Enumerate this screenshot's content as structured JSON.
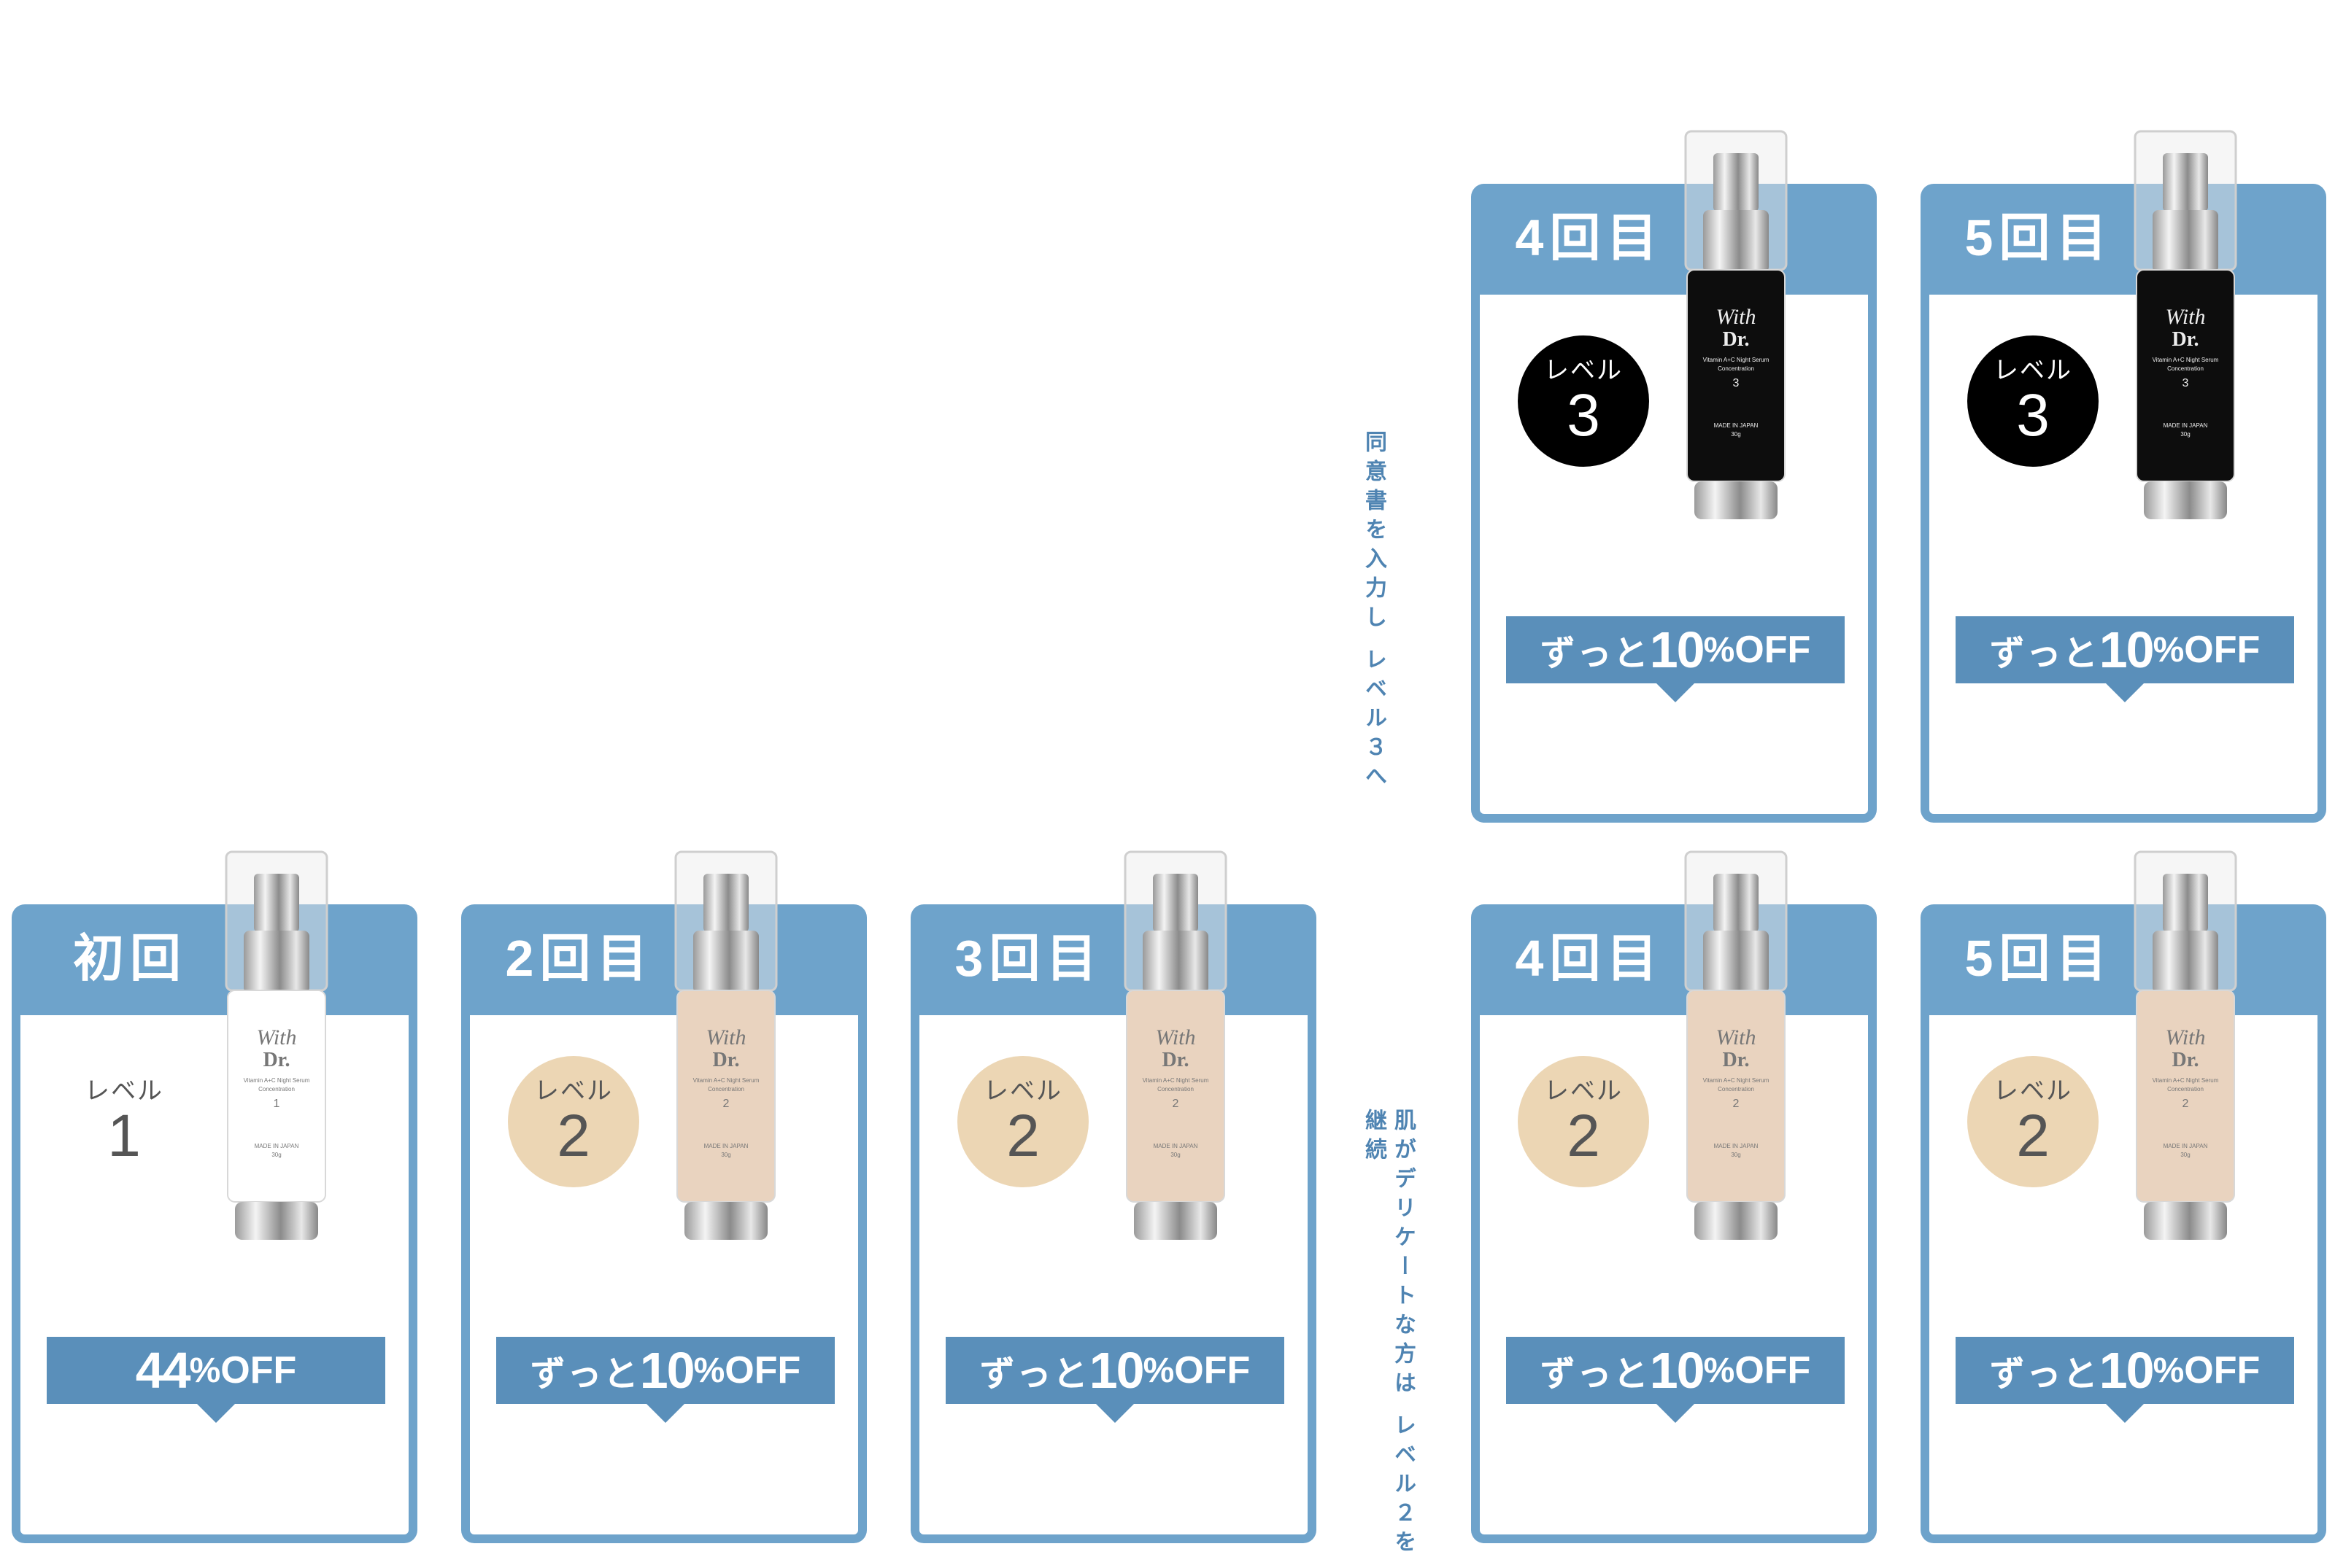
{
  "cards": [
    {
      "title": "初回",
      "level_label": "レベル",
      "level_num": "1",
      "bottle": "white",
      "offer_pre": "",
      "offer_num": "44",
      "offer_pct": "%",
      "offer_off": "OFF",
      "bottle_num": "1"
    },
    {
      "title": "2回目",
      "level_label": "レベル",
      "level_num": "2",
      "bottle": "beige",
      "offer_pre": "ずっと",
      "offer_num": "10",
      "offer_pct": "%",
      "offer_off": "OFF",
      "bottle_num": "2"
    },
    {
      "title": "3回目",
      "level_label": "レベル",
      "level_num": "2",
      "bottle": "beige",
      "offer_pre": "ずっと",
      "offer_num": "10",
      "offer_pct": "%",
      "offer_off": "OFF",
      "bottle_num": "2"
    },
    {
      "title": "4回目",
      "level_label": "レベル",
      "level_num": "3",
      "bottle": "black",
      "offer_pre": "ずっと",
      "offer_num": "10",
      "offer_pct": "%",
      "offer_off": "OFF",
      "bottle_num": "3"
    },
    {
      "title": "5回目",
      "level_label": "レベル",
      "level_num": "3",
      "bottle": "black",
      "offer_pre": "ずっと",
      "offer_num": "10",
      "offer_pct": "%",
      "offer_off": "OFF",
      "bottle_num": "3"
    },
    {
      "title": "4回目",
      "level_label": "レベル",
      "level_num": "2",
      "bottle": "beige",
      "offer_pre": "ずっと",
      "offer_num": "10",
      "offer_pct": "%",
      "offer_off": "OFF",
      "bottle_num": "2"
    },
    {
      "title": "5回目",
      "level_label": "レベル",
      "level_num": "2",
      "bottle": "beige",
      "offer_pre": "ずっと",
      "offer_num": "10",
      "offer_pct": "%",
      "offer_off": "OFF",
      "bottle_num": "2"
    }
  ],
  "notes": {
    "upper_line1": "同意書を入力し",
    "upper_line2": "レベル３へ",
    "lower_line1": "肌がデリケートな方は",
    "lower_line2": "レベル２を継続"
  },
  "bottle_text": {
    "brand_top": "With",
    "brand_bottom": "Dr.",
    "product": "Vitamin A+C Night Serum",
    "sub": "Concentration",
    "origin": "MADE IN JAPAN",
    "volume": "30g"
  },
  "colors": {
    "card_blue": "#6ea3cb",
    "offer_blue": "#5a8fba",
    "level2_beige": "#ecd6b4",
    "level3_black": "#000000"
  }
}
